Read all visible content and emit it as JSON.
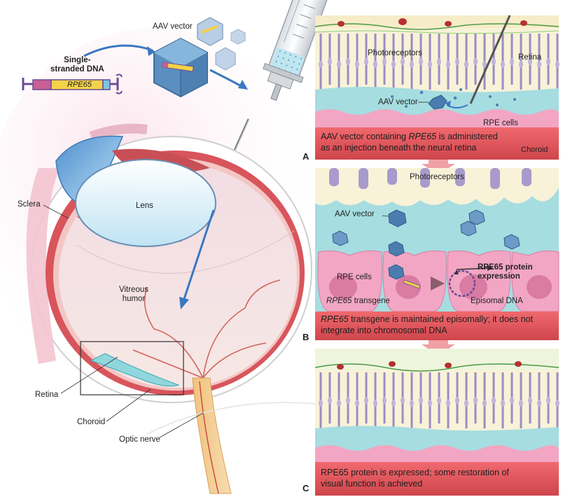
{
  "dna": {
    "title_line1": "Single-",
    "title_line2": "stranded DNA",
    "gene": "RPE65"
  },
  "eye_labels": {
    "aav_vector": "AAV vector",
    "sclera": "Sclera",
    "lens": "Lens",
    "vitreous_line1": "Vitreous",
    "vitreous_line2": "humor",
    "retina": "Retina",
    "choroid": "Choroid",
    "optic_nerve": "Optic nerve"
  },
  "panel_a": {
    "letter": "A",
    "photoreceptors": "Photoreceptors",
    "retina": "Retina",
    "aav_vector": "AAV vector",
    "rpe_cells": "RPE cells",
    "caption_pre": "AAV vector containing ",
    "caption_gene": "RPE65",
    "caption_post": " is administered",
    "caption_line2": "as an injection beneath the neural retina",
    "choroid": "Choroid"
  },
  "panel_b": {
    "letter": "B",
    "photoreceptors": "Photoreceptors",
    "aav_vector": "AAV vector",
    "rpe_cells": "RPE cells",
    "expression_line1": "RPE65 protein",
    "expression_line2": "expression",
    "transgene_gene": "RPE65",
    "transgene_word": " transgene",
    "episomal": "Episomal DNA",
    "caption_gene": "RPE65",
    "caption_post": " transgene is maintained episomally; it does not",
    "caption_line2": "integrate into chromosomal DNA"
  },
  "panel_c": {
    "letter": "C",
    "caption_line1": "RPE65 protein is expressed; some restoration of",
    "caption_line2": "visual function is achieved"
  },
  "colors": {
    "caption_bg": "#d9555c",
    "rpe_pink": "#f2a6c3",
    "subretinal_cyan": "#a6dde0",
    "retina_cream": "#f8f2d8",
    "photoreceptor_purple": "#8b7bbf",
    "arrow_blue": "#3a78c2",
    "dna_yellow": "#f2d24a",
    "dna_blue": "#7ec3e6",
    "dna_magenta": "#c85f96"
  }
}
